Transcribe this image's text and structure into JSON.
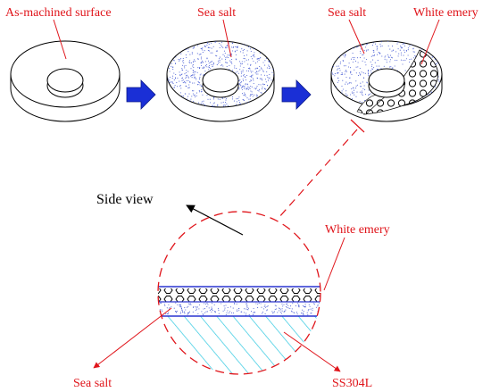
{
  "labels": {
    "as_machined": "As-machined surface",
    "sea_salt_1": "Sea salt",
    "sea_salt_2": "Sea salt",
    "white_emery_top": "White emery",
    "side_view": "Side view",
    "white_emery_side": "White emery",
    "sea_salt_side": "Sea salt",
    "substrate": "SS304L"
  },
  "colors": {
    "label_red": "#e0151b",
    "arrow_blue": "#1a2fd6",
    "speckle_blue": "#4a5fd4",
    "hatch_cyan": "#2ec8e0",
    "layer_line_blue": "#2a35d0"
  },
  "icons": {
    "process_arrow": "right-arrow-icon",
    "view_arrow": "arrow-icon"
  }
}
